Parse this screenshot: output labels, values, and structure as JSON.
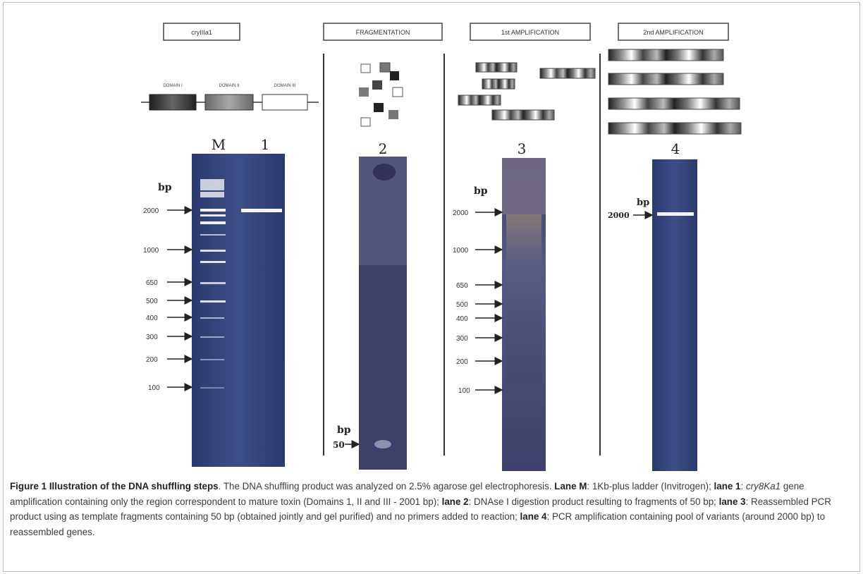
{
  "panels": {
    "p1": {
      "title": "cryIIIa1",
      "domains": [
        "DOMAIN I",
        "DOMAIN II",
        "DOMAIN III"
      ],
      "lane_labels": [
        "M",
        "1"
      ]
    },
    "p2": {
      "title": "FRAGMENTATION",
      "lane_label": "2"
    },
    "p3": {
      "title": "1st AMPLIFICATION",
      "lane_label": "3"
    },
    "p4": {
      "title": "2nd AMPLIFICATION",
      "lane_label": "4"
    }
  },
  "markers": {
    "unit": "bp",
    "ladder_p1": [
      "2000",
      "1000",
      "650",
      "500",
      "400",
      "300",
      "200",
      "100"
    ],
    "ladder_p3": [
      "2000",
      "1000",
      "650",
      "500",
      "400",
      "300",
      "200",
      "100"
    ],
    "p2_marker": "50",
    "p4_marker": "2000"
  },
  "caption": {
    "label": "Figure 1",
    "title": "Illustration of the DNA shuffling steps",
    "intro": ". The DNA shuffling product was analyzed on 2.5% agarose gel electrophoresis. ",
    "laneM_label": "Lane M",
    "laneM_text": ": 1Kb-plus ladder (Invitrogen); ",
    "lane1_label": "lane 1",
    "lane1_sep": ": ",
    "lane1_gene": "cry8Ka1",
    "lane1_text": " gene amplification containing only the region correspondent to mature toxin (Domains 1, II and III - 2001 bp); ",
    "lane2_label": "lane 2",
    "lane2_text": ": DNAse I digestion product resulting to fragments of 50 bp; ",
    "lane3_label": "lane 3",
    "lane3_text": ": Reassembled PCR product using as template fragments containing 50 bp (obtained jointly and gel purified) and no primers added to reaction; ",
    "lane4_label": "lane 4",
    "lane4_text": ": PCR amplification containing pool of variants (around 2000 bp) to reassembled genes."
  }
}
